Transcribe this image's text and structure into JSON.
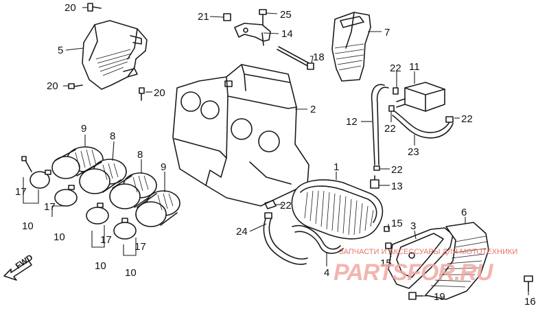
{
  "diagram": {
    "callouts": {
      "c20a": "20",
      "c20b": "20",
      "c20c": "20",
      "c5": "5",
      "c21": "21",
      "c25": "25",
      "c14": "14",
      "c18": "18",
      "c7": "7",
      "c2": "2",
      "c22a": "22",
      "c11": "11",
      "c12": "12",
      "c22b": "22",
      "c22c": "22",
      "c23": "23",
      "c22d": "22",
      "c13": "13",
      "c9a": "9",
      "c8a": "8",
      "c8b": "8",
      "c9b": "9",
      "c1": "1",
      "c17a": "17",
      "c17b": "17",
      "c17c": "17",
      "c17d": "17",
      "c10a": "10",
      "c10b": "10",
      "c10c": "10",
      "c10d": "10",
      "c22e": "22",
      "c24": "24",
      "c15a": "15",
      "c15b": "15",
      "c3": "3",
      "c6": "6",
      "c4": "4",
      "c19": "19",
      "c16": "16"
    },
    "direction_label": "FWD",
    "watermark": {
      "text": "ЗАПЧАСТИ И АКСЕССУАРЫ ДЛЯ МОТОТЕХНИКИ",
      "logo": "PARTSFOR.RU"
    }
  }
}
